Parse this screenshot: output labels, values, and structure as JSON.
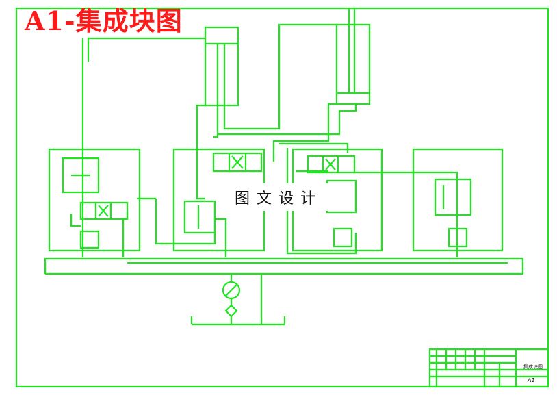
{
  "title": "A1-集成块图",
  "watermark": "图文设计",
  "title_block": {
    "drawing_name": "集成块图",
    "sheet_size": "A1"
  },
  "colors": {
    "line": "#1ee61e",
    "title": "#ff1a1a",
    "border": "#19e019"
  }
}
